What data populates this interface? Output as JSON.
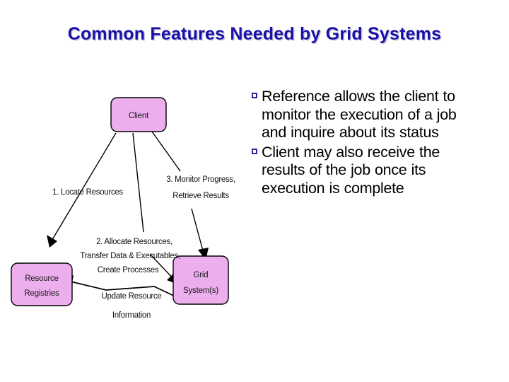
{
  "slide": {
    "title": "Common Features Needed by Grid Systems",
    "background_color": "#ffffff",
    "title_color": "#1a0fa8"
  },
  "body": {
    "bullet_glyph": "square-outline",
    "bullet_color": "#2a2a9c",
    "bullets": [
      "Reference allows the client to monitor the execution of a job and inquire about its status",
      "Client may also receive the results of the job once its execution is complete"
    ]
  },
  "diagram": {
    "node_fill": "#ecaeec",
    "node_stroke": "#000000",
    "nodes": [
      {
        "id": "client",
        "label": "Client"
      },
      {
        "id": "resource-registries",
        "label_line1": "Resource",
        "label_line2": "Registries"
      },
      {
        "id": "grid-systems",
        "label_line1": "Grid",
        "label_line2": "System(s)"
      }
    ],
    "edge_labels": {
      "locate": "1. Locate Resources",
      "allocate_line1": "2. Allocate Resources,",
      "allocate_line2": "Transfer Data & Executables,",
      "allocate_line3": "Create Processes",
      "monitor_line1": "3. Monitor Progress,",
      "monitor_line2": "Retrieve Results",
      "update_line1": "Update Resource",
      "update_line2": "Information"
    }
  }
}
